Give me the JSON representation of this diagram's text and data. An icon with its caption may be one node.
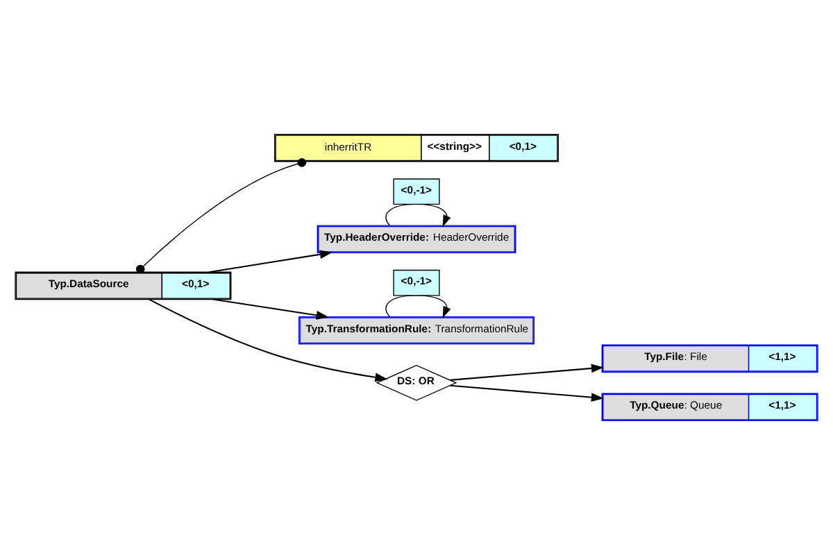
{
  "diagram": {
    "nodes": [
      {
        "text": [
          "Typ.DataSource",
          "<0,1>"
        ]
      },
      {
        "text": [
          "inherritTR",
          "<<string>>",
          "<0,1>"
        ]
      },
      {
        "text": [
          "**Typ.HeaderOverride:** HeaderOverride"
        ]
      },
      {
        "text": [
          "**Typ.TransformationRule:** TransformationRule"
        ]
      },
      {
        "text": [
          "DS: OR"
        ]
      },
      {
        "text": [
          "**Typ.File**: File",
          "<1,1>"
        ]
      },
      {
        "text": [
          "**Typ.Queue**: Queue",
          "<1,1>"
        ]
      }
    ],
    "edges": [
      {
        "from": 0,
        "to": 1,
        "arrow": "other"
      },
      {
        "from": 0,
        "to": 2,
        "arrow": "to"
      },
      {
        "from": 2,
        "to": 2,
        "arrow": "to",
        "label": "<0,-1>"
      },
      {
        "from": 0,
        "to": 3,
        "arrow": "to"
      },
      {
        "from": 3,
        "to": 3,
        "arrow": "to",
        "label": "<0,-1>"
      },
      {
        "from": 0,
        "to": 4,
        "arrow": "to"
      },
      {
        "from": 4,
        "to": 5,
        "arrow": "to"
      },
      {
        "from": 4,
        "to": 6,
        "arrow": "to"
      }
    ]
  }
}
